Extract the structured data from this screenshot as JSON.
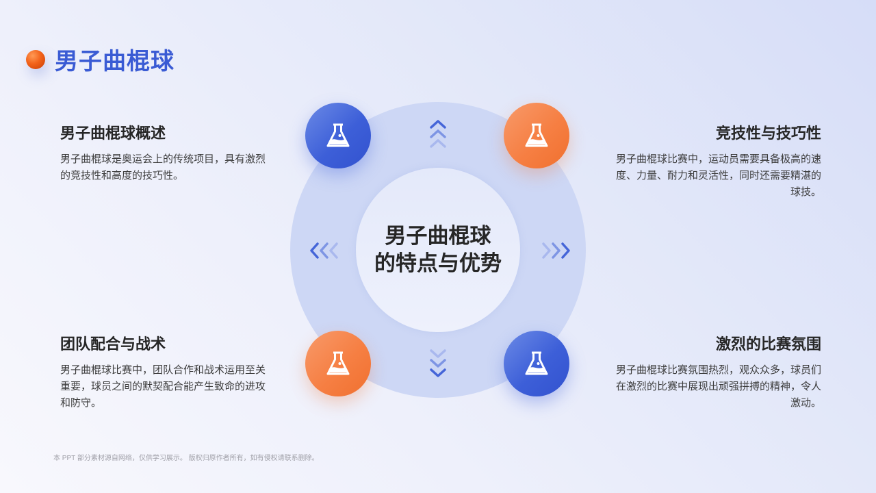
{
  "header": {
    "title": "男子曲棍球"
  },
  "center": {
    "line1": "男子曲棍球",
    "line2": "的特点与优势"
  },
  "sections": [
    {
      "title": "男子曲棍球概述",
      "body": "男子曲棍球是奥运会上的传统项目，具有激烈的竞技性和高度的技巧性。",
      "icon": "flask-icon",
      "color": "#3d5fd8"
    },
    {
      "title": "竞技性与技巧性",
      "body": "男子曲棍球比赛中，运动员需要具备极高的速度、力量、耐力和灵活性，同时还需要精湛的球技。",
      "icon": "flask-icon",
      "color": "#f67f43"
    },
    {
      "title": "团队配合与战术",
      "body": "男子曲棍球比赛中，团队合作和战术运用至关重要，球员之间的默契配合能产生致命的进攻和防守。",
      "icon": "flask-icon",
      "color": "#f67f43"
    },
    {
      "title": "激烈的比赛氛围",
      "body": "男子曲棍球比赛氛围热烈，观众众多，球员们在激烈的比赛中展现出顽强拼搏的精神，令人激动。",
      "icon": "flask-icon",
      "color": "#3d5fd8"
    }
  ],
  "colors": {
    "accent_blue": "#3a5bd4",
    "accent_orange": "#f2621a",
    "ring": "#cdd7f5"
  },
  "footer": {
    "disclaimer": "本 PPT 部分素材源自网络，仅供学习展示。 版权归原作者所有，如有侵权请联系删除。"
  }
}
